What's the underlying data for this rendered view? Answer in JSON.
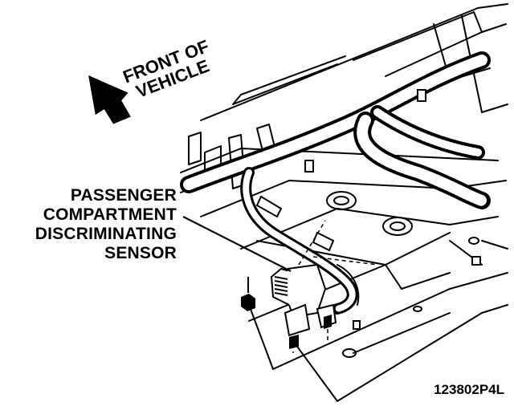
{
  "direction": {
    "line1": "FRONT OF",
    "line2": "VEHICLE"
  },
  "callout": {
    "line1": "PASSENGER",
    "line2": "COMPARTMENT",
    "line3": "DISCRIMINATING",
    "line4": "SENSOR"
  },
  "figure_id": "123802P4L",
  "colors": {
    "ink": "#000000",
    "paper": "#ffffff"
  }
}
